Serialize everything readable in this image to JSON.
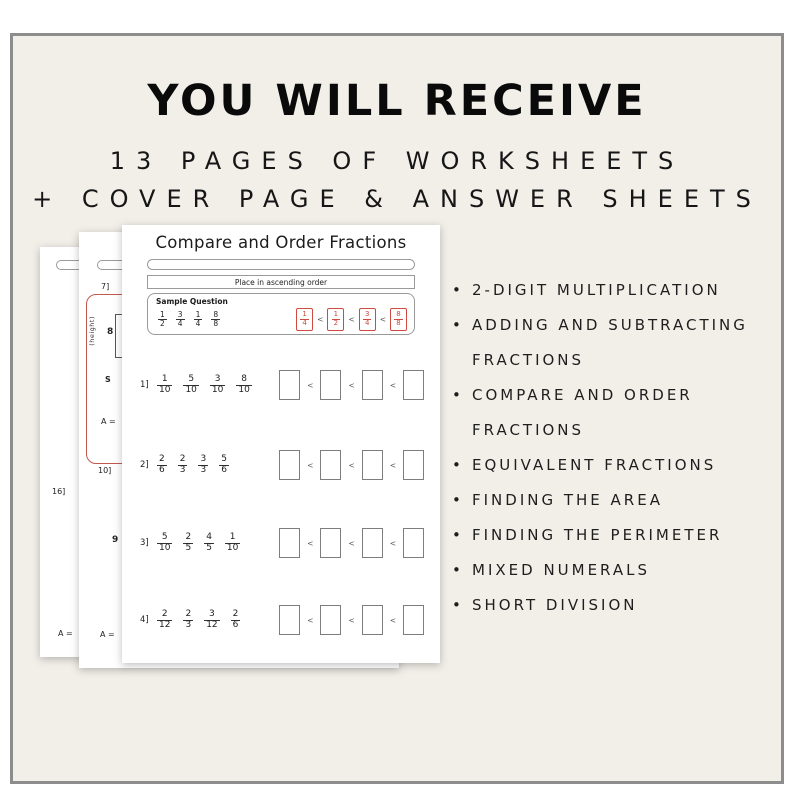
{
  "symbols": {
    "bullet": "•",
    "lt": "<"
  },
  "header": {
    "title": "YOU WILL RECEIVE",
    "subtitle1": "13 PAGES OF WORKSHEETS",
    "subtitle2": "+ COVER PAGE & ANSWER SHEETS"
  },
  "worksheet": {
    "title": "Compare and Order Fractions",
    "instruction": "Place in ascending order",
    "sample": {
      "label": "Sample Question",
      "given": [
        {
          "n": "1",
          "d": "2"
        },
        {
          "n": "3",
          "d": "4"
        },
        {
          "n": "1",
          "d": "4"
        },
        {
          "n": "8",
          "d": "8"
        }
      ],
      "answers": [
        {
          "n": "1",
          "d": "4"
        },
        {
          "n": "1",
          "d": "2"
        },
        {
          "n": "3",
          "d": "4"
        },
        {
          "n": "8",
          "d": "8"
        }
      ]
    },
    "questions": [
      {
        "label": "1]",
        "fractions": [
          {
            "n": "1",
            "d": "10"
          },
          {
            "n": "5",
            "d": "10"
          },
          {
            "n": "3",
            "d": "10"
          },
          {
            "n": "8",
            "d": "10"
          }
        ]
      },
      {
        "label": "2]",
        "fractions": [
          {
            "n": "2",
            "d": "6"
          },
          {
            "n": "2",
            "d": "3"
          },
          {
            "n": "3",
            "d": "3"
          },
          {
            "n": "5",
            "d": "6"
          }
        ]
      },
      {
        "label": "3]",
        "fractions": [
          {
            "n": "5",
            "d": "10"
          },
          {
            "n": "2",
            "d": "5"
          },
          {
            "n": "4",
            "d": "5"
          },
          {
            "n": "1",
            "d": "10"
          }
        ]
      },
      {
        "label": "4]",
        "fractions": [
          {
            "n": "2",
            "d": "12"
          },
          {
            "n": "2",
            "d": "3"
          },
          {
            "n": "3",
            "d": "12"
          },
          {
            "n": "2",
            "d": "6"
          }
        ]
      }
    ]
  },
  "behind_pages": {
    "middle": {
      "q_top": "7]",
      "height_label": "(height)",
      "side_num": "8",
      "partial_s": "S",
      "a_eq_1": "A =",
      "q_mid": "10]",
      "big_num": "9",
      "a_eq_2": "A ="
    },
    "back": {
      "q": "16]",
      "a_eq": "A ="
    }
  },
  "features": {
    "items": [
      "2-DIGIT MULTIPLICATION",
      "ADDING AND SUBTRACTING FRACTIONS",
      "COMPARE AND ORDER FRACTIONS",
      "EQUIVALENT FRACTIONS",
      "FINDING THE AREA",
      "FINDING THE PERIMETER",
      "MIXED NUMERALS",
      "SHORT DIVISION"
    ]
  },
  "colors": {
    "background": "#f2efe9",
    "frame_border": "#8d8d8d",
    "accent_red": "#cf4a3f",
    "text": "#111111"
  }
}
